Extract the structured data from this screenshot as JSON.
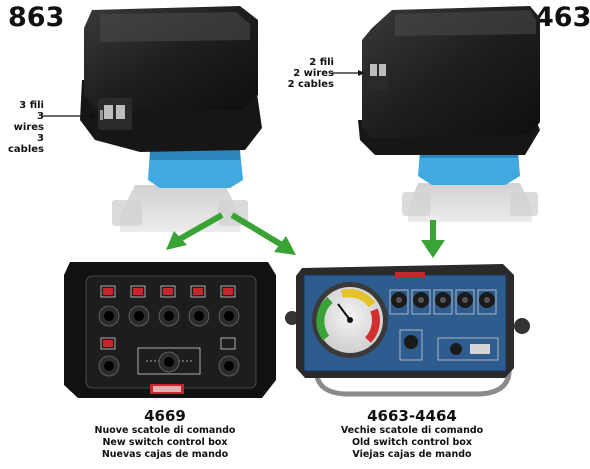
{
  "models": {
    "left": {
      "code": "863",
      "wires": [
        "3 fili",
        "3 wires",
        "3 cables"
      ]
    },
    "right": {
      "code": "463",
      "wires": [
        "2 fili",
        "2 wires",
        "2 cables"
      ]
    }
  },
  "boxes": {
    "new": {
      "code": "4669",
      "lines": [
        "Nuove scatole di comando",
        "New switch control box",
        "Nuevas cajas de mando"
      ]
    },
    "old": {
      "code": "4663-4464",
      "lines": [
        "Vechie scatole di comando",
        "Old switch control box",
        "Viejas cajas de mando"
      ]
    }
  },
  "colors": {
    "arrow": "#3aa335",
    "actuator_blue": "#3fa9e0",
    "panel_blue": "#2f5c8f",
    "housing": "#1c1c1c"
  }
}
